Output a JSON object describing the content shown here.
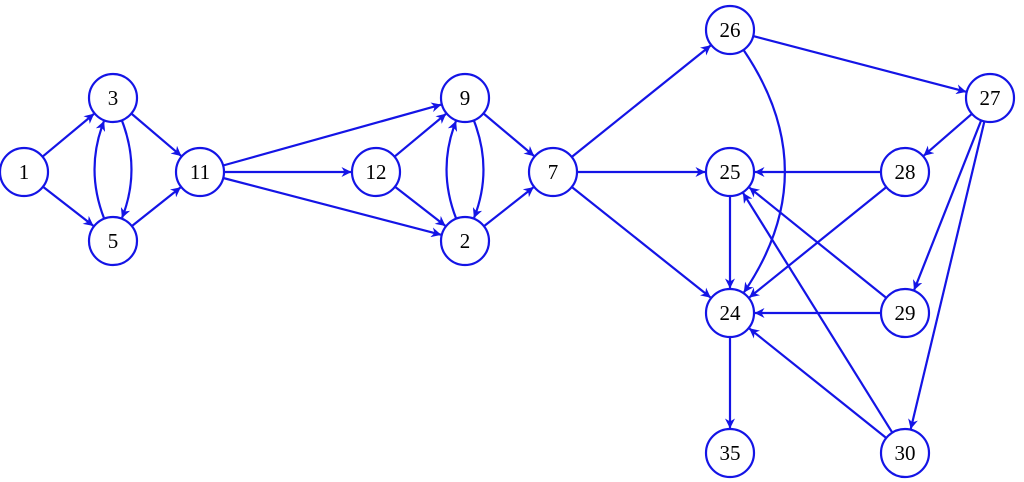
{
  "diagram": {
    "edge_color": "#1414e6",
    "node_stroke_color": "#1414e6",
    "label_color": "#000000",
    "nodes": [
      {
        "id": "1",
        "label": "1"
      },
      {
        "id": "3",
        "label": "3"
      },
      {
        "id": "5",
        "label": "5"
      },
      {
        "id": "11",
        "label": "11"
      },
      {
        "id": "12",
        "label": "12"
      },
      {
        "id": "9",
        "label": "9"
      },
      {
        "id": "2",
        "label": "2"
      },
      {
        "id": "7",
        "label": "7"
      },
      {
        "id": "26",
        "label": "26"
      },
      {
        "id": "25",
        "label": "25"
      },
      {
        "id": "24",
        "label": "24"
      },
      {
        "id": "35",
        "label": "35"
      },
      {
        "id": "27",
        "label": "27"
      },
      {
        "id": "28",
        "label": "28"
      },
      {
        "id": "29",
        "label": "29"
      },
      {
        "id": "30",
        "label": "30"
      }
    ],
    "edges": [
      {
        "from": "1",
        "to": "3"
      },
      {
        "from": "1",
        "to": "5"
      },
      {
        "from": "3",
        "to": "5"
      },
      {
        "from": "5",
        "to": "3"
      },
      {
        "from": "3",
        "to": "11"
      },
      {
        "from": "5",
        "to": "11"
      },
      {
        "from": "11",
        "to": "9"
      },
      {
        "from": "11",
        "to": "12"
      },
      {
        "from": "11",
        "to": "2"
      },
      {
        "from": "12",
        "to": "9"
      },
      {
        "from": "12",
        "to": "2"
      },
      {
        "from": "9",
        "to": "2"
      },
      {
        "from": "2",
        "to": "9"
      },
      {
        "from": "9",
        "to": "7"
      },
      {
        "from": "2",
        "to": "7"
      },
      {
        "from": "7",
        "to": "26"
      },
      {
        "from": "7",
        "to": "25"
      },
      {
        "from": "7",
        "to": "24"
      },
      {
        "from": "26",
        "to": "27"
      },
      {
        "from": "26",
        "to": "24"
      },
      {
        "from": "27",
        "to": "28"
      },
      {
        "from": "27",
        "to": "29"
      },
      {
        "from": "27",
        "to": "30"
      },
      {
        "from": "28",
        "to": "25"
      },
      {
        "from": "28",
        "to": "24"
      },
      {
        "from": "29",
        "to": "25"
      },
      {
        "from": "29",
        "to": "24"
      },
      {
        "from": "30",
        "to": "25"
      },
      {
        "from": "30",
        "to": "24"
      },
      {
        "from": "25",
        "to": "24"
      },
      {
        "from": "24",
        "to": "35"
      }
    ]
  }
}
